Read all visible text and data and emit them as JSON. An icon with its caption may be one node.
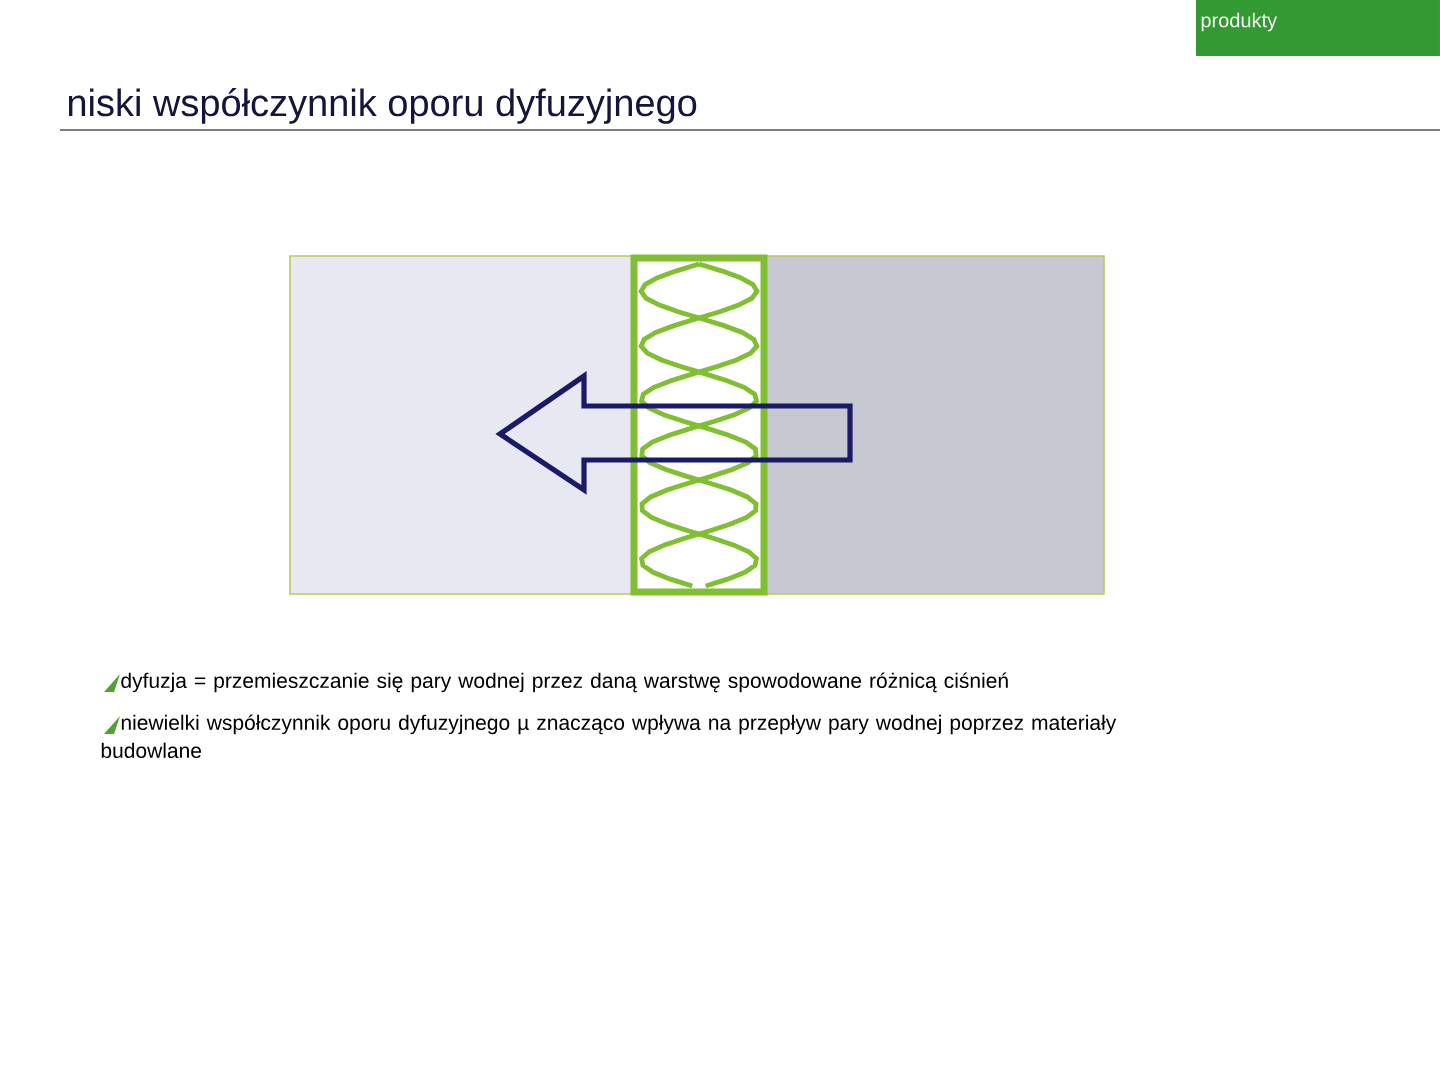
{
  "diagram": {
    "title": "niski współczynnik oporu dyfuzyjnego",
    "labels": [
      "produkty",
      "dyfuzja = przemieszczanie się pary wodnej przez daną warstwę spowodowane różnicą ciśnień",
      "niewielki współczynnik oporu dyfuzyjnego µ znacząco wpływa na przepływ pary wodnej poprzez materiały budowlane"
    ]
  }
}
